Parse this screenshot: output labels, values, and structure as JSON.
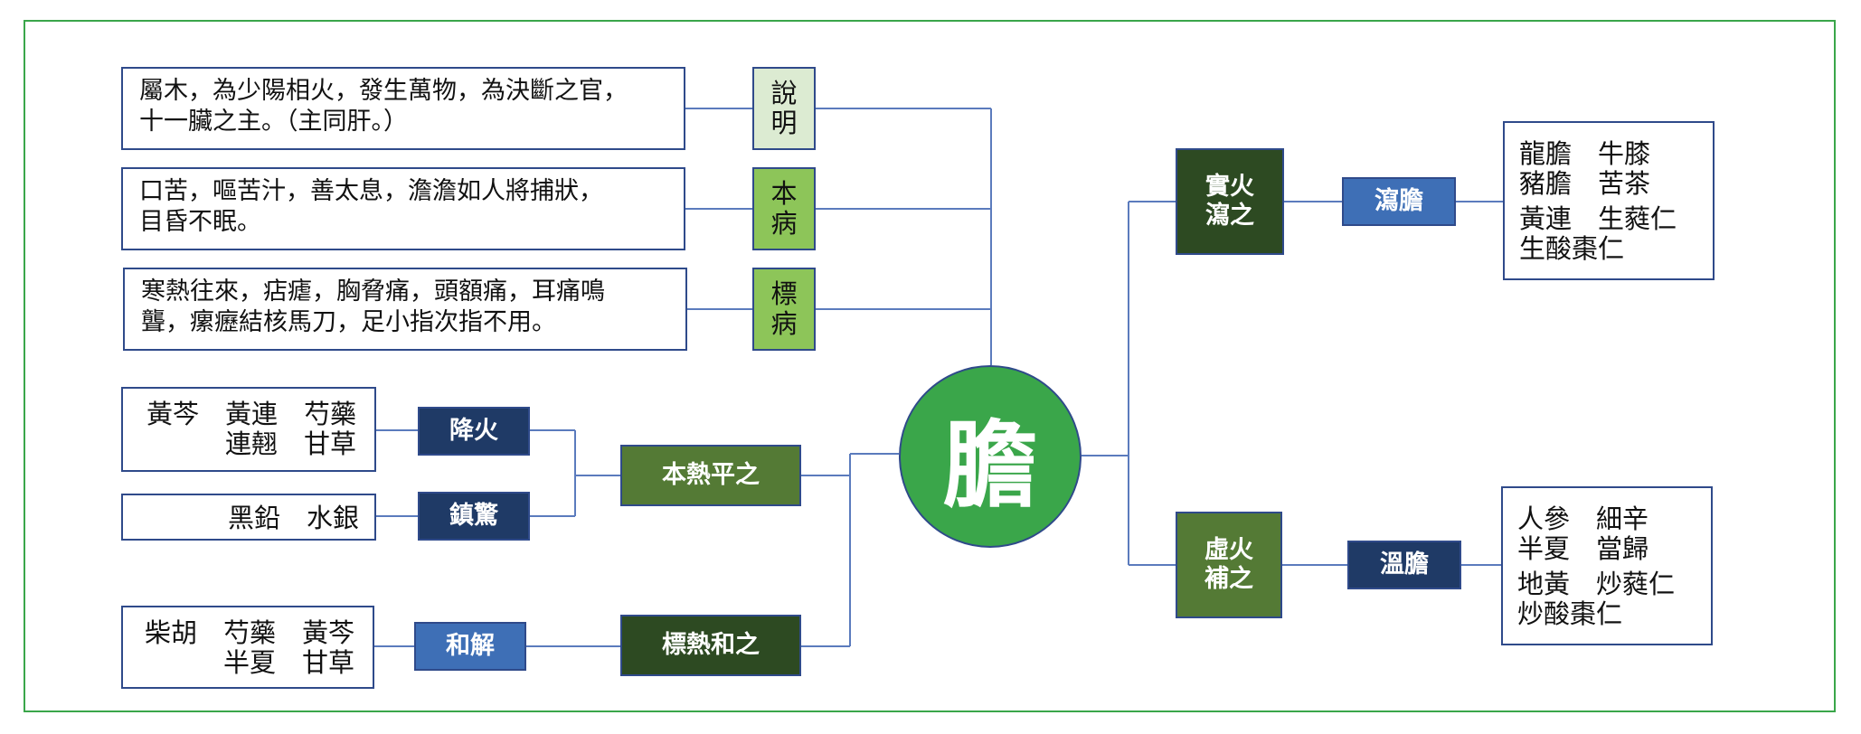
{
  "center": "膽",
  "left_top": [
    {
      "tag": "說\n明",
      "text": "屬木，為少陽相火，發生萬物，為決斷之官，\n十一臟之主。（主同肝。）"
    },
    {
      "tag": "本\n病",
      "text": "口苦，嘔苦汁，善太息，澹澹如人將捕狀，\n目昏不眠。"
    },
    {
      "tag": "標\n病",
      "text": "寒熱往來，痁瘧，胸脅痛，頭額痛，耳痛鳴\n聾，瘰癧結核馬刀，足小指次指不用。"
    }
  ],
  "left_bottom": {
    "group1": {
      "label": "本熱平之",
      "items": [
        {
          "label": "降火",
          "drugs": "黃芩　黃連　芍藥\n　　　連翹　甘草"
        },
        {
          "label": "鎮驚",
          "drugs": "黑鉛　水銀"
        }
      ]
    },
    "group2": {
      "label": "標熱和之",
      "items": [
        {
          "label": "和解",
          "drugs": "柴胡　芍藥　黃芩\n　　　半夏　甘草"
        }
      ]
    }
  },
  "right": [
    {
      "label": "實火\n瀉之",
      "method": "瀉膽",
      "drugs1": "龍膽　牛膝\n豬膽　苦茶",
      "drugs2": "黃連　生蕤仁\n生酸棗仁"
    },
    {
      "label": "虛火\n補之",
      "method": "溫膽",
      "drugs1": "人參　細辛\n半夏　當歸",
      "drugs2": "地黃　炒蕤仁\n炒酸棗仁"
    }
  ],
  "colors": {
    "frame": "#3aa64a",
    "center_fill": "#3aa64a",
    "navy": "#1f3a66",
    "blue": "#3e6fb6",
    "olive": "#547a35",
    "dark_green": "#2d4a22",
    "light_tag": "#dcebd2",
    "mid_tag": "#8dc559",
    "border": "#2f4a8a",
    "line": "#5b7bbd"
  }
}
